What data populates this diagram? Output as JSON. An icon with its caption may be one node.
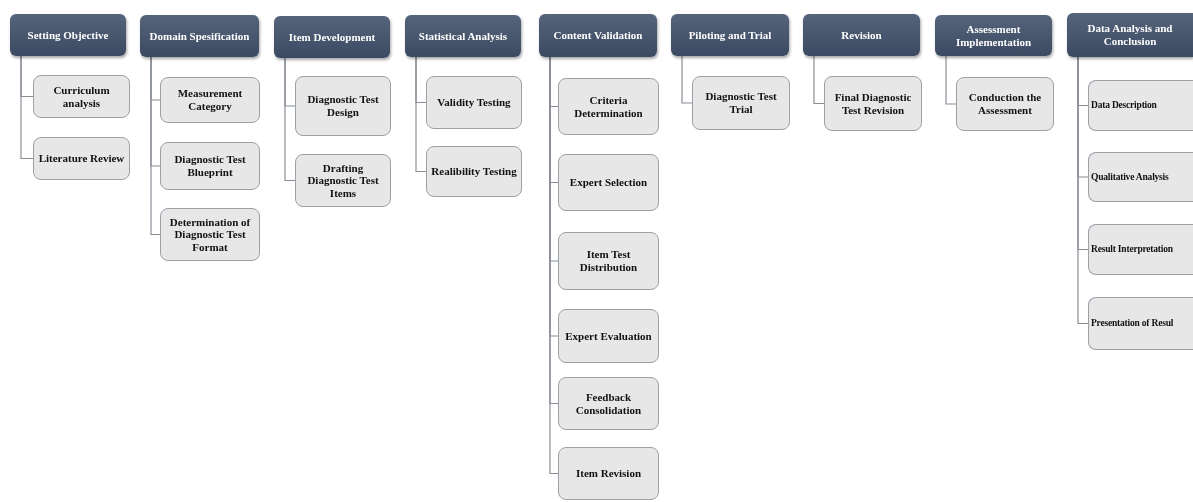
{
  "diagram": {
    "nodes": [
      {
        "text": [
          "Setting Objective"
        ]
      },
      {
        "text": [
          "Curriculum analysis"
        ]
      },
      {
        "text": [
          "Literature Review"
        ]
      },
      {
        "text": [
          "Domain Spesification"
        ]
      },
      {
        "text": [
          "Measurement Category"
        ]
      },
      {
        "text": [
          "Diagnostic Test Blueprint"
        ]
      },
      {
        "text": [
          "Determination of Diagnostic Test Format"
        ]
      },
      {
        "text": [
          "Item Development"
        ]
      },
      {
        "text": [
          "Diagnostic Test Design"
        ]
      },
      {
        "text": [
          "Drafting Diagnostic Test Items"
        ]
      },
      {
        "text": [
          "Statistical Analysis"
        ]
      },
      {
        "text": [
          "Validity Testing"
        ]
      },
      {
        "text": [
          "Realibility Testing"
        ]
      },
      {
        "text": [
          "Content Validation"
        ]
      },
      {
        "text": [
          "Criteria Determination"
        ]
      },
      {
        "text": [
          "Expert Selection"
        ]
      },
      {
        "text": [
          "Item Test Distribution"
        ]
      },
      {
        "text": [
          "Expert Evaluation"
        ]
      },
      {
        "text": [
          "Feedback Consolidation"
        ]
      },
      {
        "text": [
          "Item Revision"
        ]
      },
      {
        "text": [
          "Piloting and Trial"
        ]
      },
      {
        "text": [
          "Diagnostic Test Trial"
        ]
      },
      {
        "text": [
          "Revision"
        ]
      },
      {
        "text": [
          "Final Diagnostic Test Revision"
        ]
      },
      {
        "text": [
          "Assessment Implementation"
        ]
      },
      {
        "text": [
          "Conduction the Assessment"
        ]
      },
      {
        "text": [
          "Data Analysis and Conclusion"
        ]
      },
      {
        "text": [
          "Data Description"
        ]
      },
      {
        "text": [
          "Qualitative Analysis"
        ]
      },
      {
        "text": [
          "Result Interpretation"
        ]
      },
      {
        "text": [
          "Presentation of Resul"
        ]
      }
    ],
    "edges": [
      {
        "from": 0,
        "to": 1,
        "arrow": "none"
      },
      {
        "from": 0,
        "to": 2,
        "arrow": "none"
      },
      {
        "from": 3,
        "to": 4,
        "arrow": "none"
      },
      {
        "from": 3,
        "to": 5,
        "arrow": "none"
      },
      {
        "from": 3,
        "to": 6,
        "arrow": "none"
      },
      {
        "from": 7,
        "to": 8,
        "arrow": "none"
      },
      {
        "from": 7,
        "to": 9,
        "arrow": "none"
      },
      {
        "from": 10,
        "to": 11,
        "arrow": "none"
      },
      {
        "from": 10,
        "to": 12,
        "arrow": "none"
      },
      {
        "from": 13,
        "to": 14,
        "arrow": "none"
      },
      {
        "from": 13,
        "to": 15,
        "arrow": "none"
      },
      {
        "from": 13,
        "to": 16,
        "arrow": "none"
      },
      {
        "from": 13,
        "to": 17,
        "arrow": "none"
      },
      {
        "from": 13,
        "to": 18,
        "arrow": "none"
      },
      {
        "from": 13,
        "to": 19,
        "arrow": "none"
      },
      {
        "from": 20,
        "to": 21,
        "arrow": "none"
      },
      {
        "from": 22,
        "to": 23,
        "arrow": "none"
      },
      {
        "from": 24,
        "to": 25,
        "arrow": "none"
      },
      {
        "from": 26,
        "to": 27,
        "arrow": "none"
      },
      {
        "from": 26,
        "to": 28,
        "arrow": "none"
      },
      {
        "from": 26,
        "to": 29,
        "arrow": "none"
      },
      {
        "from": 26,
        "to": 30,
        "arrow": "none"
      }
    ]
  }
}
